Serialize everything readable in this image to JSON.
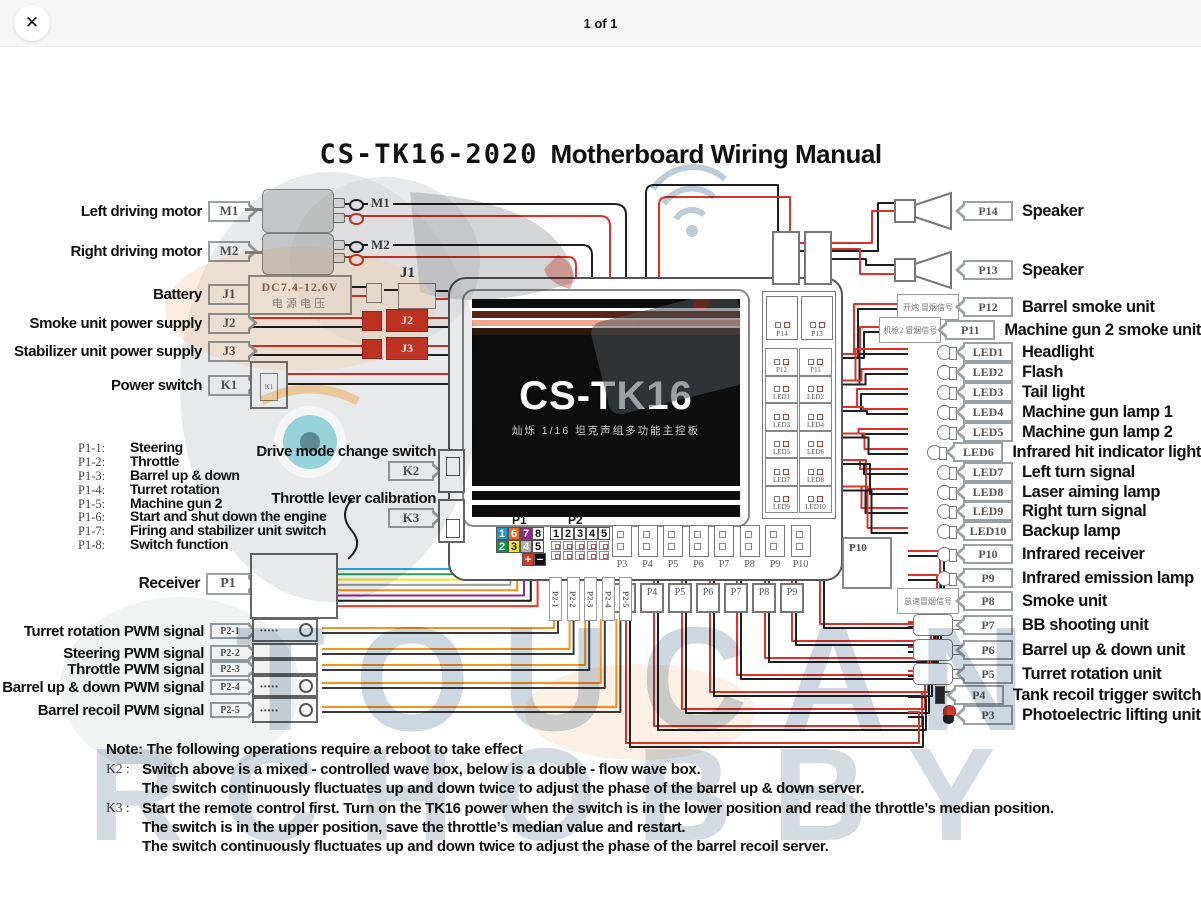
{
  "viewer": {
    "page_indicator": "1 of 1",
    "close_icon": "✕"
  },
  "title": {
    "model": "CS-TK16-2020",
    "rest": "Motherboard Wiring Manual"
  },
  "watermark": {
    "line1": "TOUCAN",
    "line2": "RCHOBBY"
  },
  "left_items": [
    {
      "label": "Left driving motor",
      "code": "M1"
    },
    {
      "label": "Right driving motor",
      "code": "M2"
    },
    {
      "label": "Battery",
      "code": "J1"
    },
    {
      "label": "Smoke unit power supply",
      "code": "J2"
    },
    {
      "label": "Stabilizer unit power supply",
      "code": "J3"
    },
    {
      "label": "Power switch",
      "code": "K1"
    }
  ],
  "p1_functions": [
    {
      "code": "P1-1:",
      "label": "Steering"
    },
    {
      "code": "P1-2:",
      "label": "Throttle"
    },
    {
      "code": "P1-3:",
      "label": "Barrel up & down"
    },
    {
      "code": "P1-4:",
      "label": "Turret rotation"
    },
    {
      "code": "P1-5:",
      "label": "Machine gun 2"
    },
    {
      "code": "P1-6:",
      "label": "Start and shut down the engine"
    },
    {
      "code": "P1-7:",
      "label": "Firing and stabilizer unit switch"
    },
    {
      "code": "P1-8:",
      "label": "Switch function"
    }
  ],
  "switches": [
    {
      "label": "Drive mode change switch",
      "code": "K2"
    },
    {
      "label": "Throttle lever calibration",
      "code": "K3"
    }
  ],
  "receiver_item": {
    "label": "Receiver",
    "code": "P1"
  },
  "pwm_items": [
    {
      "label": "Turret rotation PWM signal",
      "code": "P2-1"
    },
    {
      "label": "Steering PWM signal",
      "code": "P2-2"
    },
    {
      "label": "Throttle PWM signal",
      "code": "P2-3"
    },
    {
      "label": "Barrel up & down PWM signal",
      "code": "P2-4"
    },
    {
      "label": "Barrel recoil PWM signal",
      "code": "P2-5"
    }
  ],
  "right_items": [
    {
      "code": "P14",
      "label": "Speaker",
      "icon": "speaker"
    },
    {
      "code": "P13",
      "label": "Speaker",
      "icon": "speaker"
    },
    {
      "code": "P12",
      "label": "Barrel smoke unit",
      "icon": "smokebox",
      "cn": "开炮 冒烟信号"
    },
    {
      "code": "P11",
      "label": "Machine gun 2 smoke unit",
      "icon": "smokebox",
      "cn": "机枪2 冒烟信号"
    },
    {
      "code": "LED1",
      "label": "Headlight",
      "icon": "led"
    },
    {
      "code": "LED2",
      "label": "Flash",
      "icon": "led"
    },
    {
      "code": "LED3",
      "label": "Tail light",
      "icon": "led"
    },
    {
      "code": "LED4",
      "label": "Machine gun lamp 1",
      "icon": "led"
    },
    {
      "code": "LED5",
      "label": "Machine gun lamp 2",
      "icon": "led"
    },
    {
      "code": "LED6",
      "label": "Infrared hit indicator light",
      "icon": "led"
    },
    {
      "code": "LED7",
      "label": "Left turn signal",
      "icon": "led"
    },
    {
      "code": "LED8",
      "label": "Laser aiming lamp",
      "icon": "led"
    },
    {
      "code": "LED9",
      "label": "Right turn signal",
      "icon": "led"
    },
    {
      "code": "LED10",
      "label": "Backup lamp",
      "icon": "led"
    },
    {
      "code": "P10",
      "label": "Infrared receiver",
      "icon": "led"
    },
    {
      "code": "P9",
      "label": "Infrared emission lamp",
      "icon": "led"
    },
    {
      "code": "P8",
      "label": "Smoke unit",
      "icon": "smokebox",
      "cn": "怠速冒烟信号"
    },
    {
      "code": "P7",
      "label": "BB shooting unit",
      "icon": "motor"
    },
    {
      "code": "P6",
      "label": "Barrel up & down unit",
      "icon": "motor"
    },
    {
      "code": "P5",
      "label": "Turret rotation unit",
      "icon": "motor"
    },
    {
      "code": "P4",
      "label": "Tank recoil trigger switch",
      "icon": "switch"
    },
    {
      "code": "P3",
      "label": "Photoelectric lifting unit",
      "icon": "redled"
    }
  ],
  "board": {
    "name": "CS-TK16",
    "subtitle": "灿烁 1/16 坦克声组多功能主控板",
    "right_block_top": [
      "P14",
      "P13"
    ],
    "right_block_pairs": [
      "P12",
      "P11",
      "LED1",
      "LED2",
      "LED3",
      "LED4",
      "LED5",
      "LED6",
      "LED7",
      "LED8",
      "LED9",
      "LED10"
    ],
    "p1_header": "P1",
    "p2_header": "P2",
    "p1_pins": {
      "top": [
        {
          "label": "1",
          "color": "#1d9cd3"
        },
        {
          "label": "6",
          "color": "#f26522"
        },
        {
          "label": "7",
          "color": "#93278f"
        },
        {
          "label": "8",
          "color": "#ffffff"
        }
      ],
      "bottom": [
        {
          "label": "2",
          "color": "#0f9347"
        },
        {
          "label": "3",
          "color": "#f7ec13"
        },
        {
          "label": "4",
          "color": "#b3aca7"
        },
        {
          "label": "5",
          "color": "#ffffff"
        }
      ],
      "plus": "+",
      "minus": "−"
    },
    "p2_pins": [
      "1",
      "2",
      "3",
      "4",
      "5"
    ],
    "bottom_ports": [
      "P3",
      "P4",
      "P5",
      "P6",
      "P7",
      "P8",
      "P9",
      "P10"
    ],
    "plug_tags": [
      "P2-1",
      "P2-2",
      "P2-3",
      "P2-4",
      "P2-5"
    ],
    "plug_boxes": [
      "P3",
      "P4",
      "P5",
      "P6",
      "P7",
      "P8",
      "P9"
    ],
    "p10_plug": "P10"
  },
  "wire_marks": {
    "m1": "M1",
    "m2": "M2",
    "j1": "J1",
    "j2": "J2",
    "j3": "J3",
    "k1": "K1",
    "battery_line1": "DC7.4-12.6V",
    "battery_line2": "电源电压"
  },
  "wire_colors": {
    "red": "#e03127",
    "black": "#1f1f1f",
    "orange": "#f7941d",
    "ribbon": [
      "#29abe2",
      "#22a05a",
      "#f3e71c",
      "#9d9d9d",
      "#f7941d",
      "#93278f",
      "#1a1a1a",
      "#e8392b"
    ]
  },
  "notes": {
    "title": "Note: The following operations require a reboot to take effect",
    "blocks": [
      {
        "code": "K2 :",
        "lines": [
          "Switch above is a mixed - controlled wave box, below is a double - flow wave box.",
          "The switch continuously fluctuates up and down twice to adjust the phase of the barrel up & down server."
        ]
      },
      {
        "code": "K3 :",
        "lines": [
          "Start the remote control first. Turn on the TK16 power when the switch is in the lower position and read the throttle’s median position.",
          "The switch is in the upper position, save the throttle’s median value and restart.",
          "The switch continuously fluctuates up and down twice to adjust the phase of the barrel recoil server."
        ]
      }
    ]
  }
}
